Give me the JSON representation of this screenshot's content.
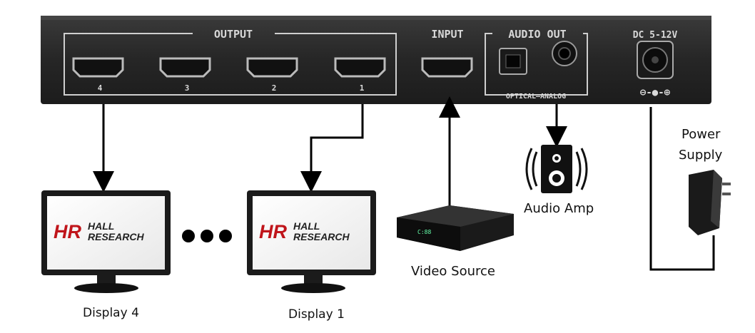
{
  "panel": {
    "output_label": "OUTPUT",
    "input_label": "INPUT",
    "audio_out_label": "AUDIO OUT",
    "optical_analog_label": "OPTICAL—ANALOG",
    "dc_label": "DC 5-12V",
    "port_numbers": [
      "4",
      "3",
      "2",
      "1"
    ],
    "polarity_symbol": "⊖-●-⊕"
  },
  "devices": {
    "display4_label": "Display 4",
    "display1_label": "Display 1",
    "video_source_label": "Video Source",
    "audio_amp_label": "Audio Amp",
    "power_supply_label_line1": "Power",
    "power_supply_label_line2": "Supply",
    "brand_line1": "HALL",
    "brand_line2": "RESEARCH",
    "brand_mark": "HR",
    "stb_display": "C:88"
  },
  "colors": {
    "panel": "#2b2b2b",
    "panel_text": "#d8d8d8",
    "brand_red": "#c0151b",
    "line": "#000000"
  },
  "icons": [
    "hdmi-port-icon",
    "optical-port-icon",
    "analog-jack-icon",
    "dc-jack-icon",
    "monitor-icon",
    "set-top-box-icon",
    "speaker-icon",
    "power-adapter-icon"
  ]
}
